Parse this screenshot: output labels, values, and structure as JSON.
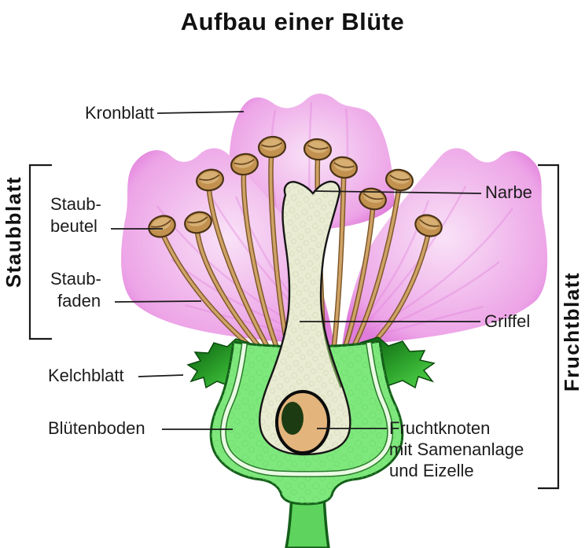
{
  "title": "Aufbau einer Blüte",
  "labels": {
    "kronblatt": "Kronblatt",
    "staubblatt_group": "Staubblatt",
    "staubbeutel": {
      "line1": "Staub-",
      "line2": "beutel"
    },
    "staubfaden": {
      "line1": "Staub-",
      "line2": "faden"
    },
    "kelchblatt": "Kelchblatt",
    "bluetenboden": "Blütenboden",
    "narbe": "Narbe",
    "griffel": "Griffel",
    "fruchtblatt_group": "Fruchtblatt",
    "fruchtknoten": {
      "line1": "Fruchtknoten",
      "line2": "mit Samenanlage",
      "line3": "und Eizelle"
    }
  },
  "colors": {
    "background": "#ffffff",
    "title-text": "#111111",
    "label-text": "#1c1c1c",
    "line-black": "#1a1a1a",
    "petal-light": "#f9e2f7",
    "petal-mid": "#f2c0ee",
    "petal-edge": "#e07cda",
    "filament": "#cfa266",
    "filament-outline": "#7d5729",
    "anther": "#c2914f",
    "anther-highlight": "#d9b377",
    "pistil-cream": "#e9ebd2",
    "pistil-shadow-green": "#5d8540",
    "sepal-dark": "#0b5c0e",
    "sepal-bright": "#55d84d",
    "receptacle-green": "#7fe87d",
    "receptacle-outline": "#145f19",
    "inner-wall-light": "#e9fae3",
    "ovule-tan": "#e3b47c",
    "egg-cell-green": "#1d3b13",
    "stem-green": "#5ed45e"
  }
}
